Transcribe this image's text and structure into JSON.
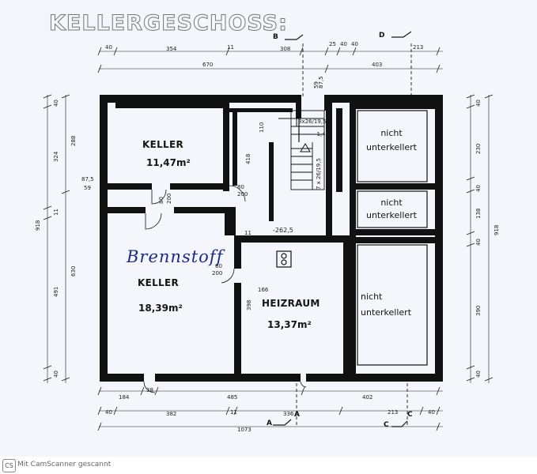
{
  "plan": {
    "title": "KELLERGESCHOSS:",
    "handwriting": "Brennstoff",
    "stair_label": "3x26/19,5",
    "stair_label_2": "7 x 26/19,5",
    "stair_level": "-1,40",
    "level": "-262,5"
  },
  "rooms": [
    {
      "name": "KELLER",
      "area": "11,47m²"
    },
    {
      "name": "KELLER",
      "area": "18,39m²"
    },
    {
      "name": "HEIZRAUM",
      "area": "13,37m²"
    },
    {
      "name": "nicht unterkellert"
    },
    {
      "name": "nicht unterkellert"
    },
    {
      "name": "nicht unterkellert"
    }
  ],
  "section_marks": [
    "A",
    "A",
    "B",
    "C",
    "C",
    "D"
  ],
  "dimensions": {
    "top": [
      "40",
      "354",
      "11",
      "308",
      "25",
      "40",
      "40",
      "213",
      "670",
      "403"
    ],
    "bottom": [
      "184",
      "38",
      "485",
      "402",
      "40",
      "382",
      "11",
      "336",
      "213",
      "40",
      "1073"
    ],
    "left": [
      "40",
      "324",
      "288",
      "87,5",
      "59",
      "918",
      "11",
      "491",
      "630",
      "40"
    ],
    "right": [
      "40",
      "230",
      "40",
      "138",
      "40",
      "918",
      "390",
      "40"
    ],
    "inner": [
      "110",
      "418",
      "80",
      "200",
      "80",
      "200",
      "80",
      "200",
      "166",
      "398",
      "87,5",
      "59",
      "11"
    ]
  },
  "footer": {
    "logo": "CS",
    "text": "Mit CamScanner gescannt"
  }
}
